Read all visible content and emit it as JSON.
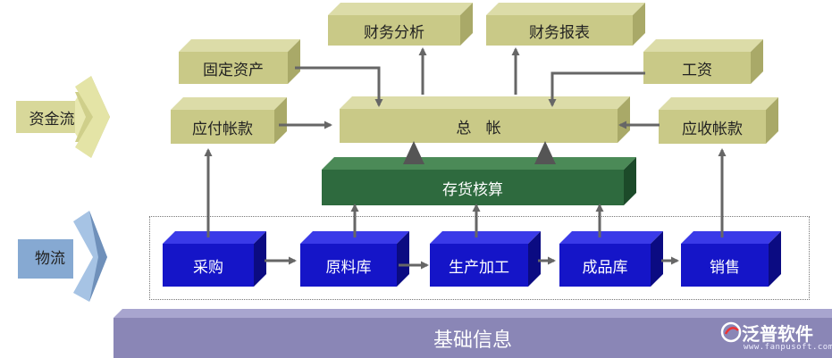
{
  "left_labels": {
    "capital_flow": "资金流",
    "material_flow": "物流"
  },
  "top_boxes": {
    "financial_analysis": "财务分析",
    "financial_report": "财务报表",
    "fixed_assets": "固定资产",
    "wages": "工资",
    "accounts_payable": "应付帐款",
    "general_ledger": "总   帐",
    "accounts_receivable": "应收帐款",
    "inventory_accounting": "存货核算"
  },
  "process_boxes": {
    "purchase": "采购",
    "raw_material_store": "原料库",
    "production": "生产加工",
    "finished_goods_store": "成品库",
    "sales": "销售"
  },
  "base": {
    "label": "基础信息"
  },
  "logo": {
    "name": "泛普软件",
    "url": "www.fanpusoft.com"
  },
  "colors": {
    "olive_face": "#c9c987",
    "green_face": "#2e6a3e",
    "blue_face": "#1515c8",
    "base_bar": "#8a86b6",
    "arrow": "#666666",
    "capital_arrow": "#d8d89a",
    "material_arrow": "#86a9d2"
  }
}
